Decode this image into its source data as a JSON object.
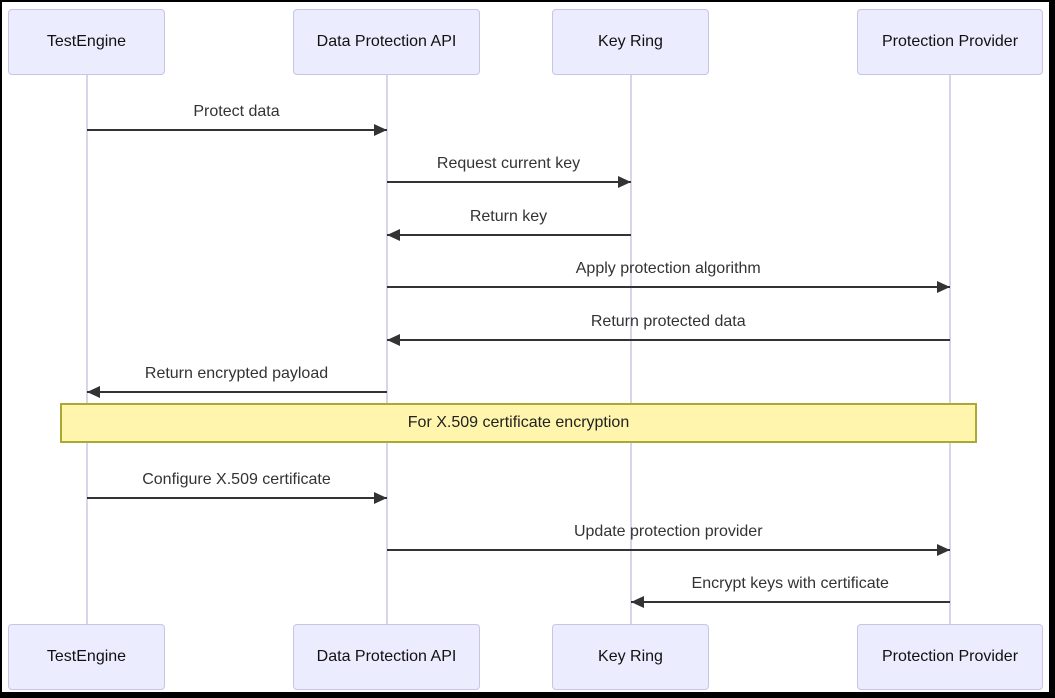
{
  "diagram": {
    "type": "sequence-diagram",
    "actors": [
      {
        "id": "testengine",
        "label": "TestEngine"
      },
      {
        "id": "dpapi",
        "label": "Data Protection API"
      },
      {
        "id": "keyring",
        "label": "Key Ring"
      },
      {
        "id": "provider",
        "label": "Protection Provider"
      }
    ],
    "messages": [
      {
        "from": "testengine",
        "to": "dpapi",
        "text": "Protect data"
      },
      {
        "from": "dpapi",
        "to": "keyring",
        "text": "Request current key"
      },
      {
        "from": "keyring",
        "to": "dpapi",
        "text": "Return key"
      },
      {
        "from": "dpapi",
        "to": "provider",
        "text": "Apply protection algorithm"
      },
      {
        "from": "provider",
        "to": "dpapi",
        "text": "Return protected data"
      },
      {
        "from": "dpapi",
        "to": "testengine",
        "text": "Return encrypted payload"
      },
      {
        "from": "testengine",
        "to": "dpapi",
        "text": "Configure X.509 certificate"
      },
      {
        "from": "dpapi",
        "to": "provider",
        "text": "Update protection provider"
      },
      {
        "from": "provider",
        "to": "keyring",
        "text": "Encrypt keys with certificate"
      }
    ],
    "note": {
      "text": "For X.509 certificate encryption",
      "position": "over all"
    },
    "colors": {
      "actor_fill": "#ECECFF",
      "actor_border": "#c9c4e4",
      "lifeline": "#d8d4ec",
      "message_line": "#333333",
      "note_fill": "#FFF5AD",
      "note_border": "#AAAA33"
    }
  }
}
